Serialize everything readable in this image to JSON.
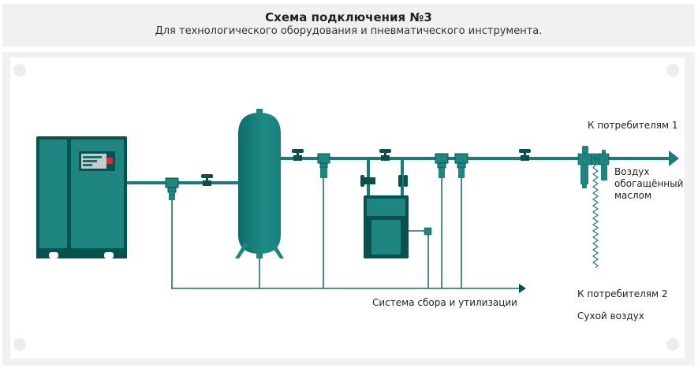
{
  "header": {
    "title": "Схема подключения №3",
    "subtitle": "Для технологического оборудования и пневматического инструмента."
  },
  "diagram": {
    "colors": {
      "pipe": "#1d7a78",
      "equipment": "#1e8580",
      "equipment_dark": "#07524f",
      "panel": "#c8cacc",
      "indicator": "#e0283a",
      "background": "#f0f1f0"
    },
    "labels": {
      "consumers_1": "К потребителям 1",
      "oil_air_line1": "Воздух",
      "oil_air_line2": "обогащённый",
      "oil_air_line3": "маслом",
      "collection_system": "Система сбора и утилизации",
      "consumers_2": "К потребителям 2",
      "dry_air": "Сухой воздух"
    },
    "components": [
      "compressor",
      "filter",
      "valve",
      "air-receiver",
      "valve",
      "filter",
      "valve",
      "dryer",
      "filter",
      "filter",
      "valve",
      "filter-regulator-lubricator"
    ]
  }
}
